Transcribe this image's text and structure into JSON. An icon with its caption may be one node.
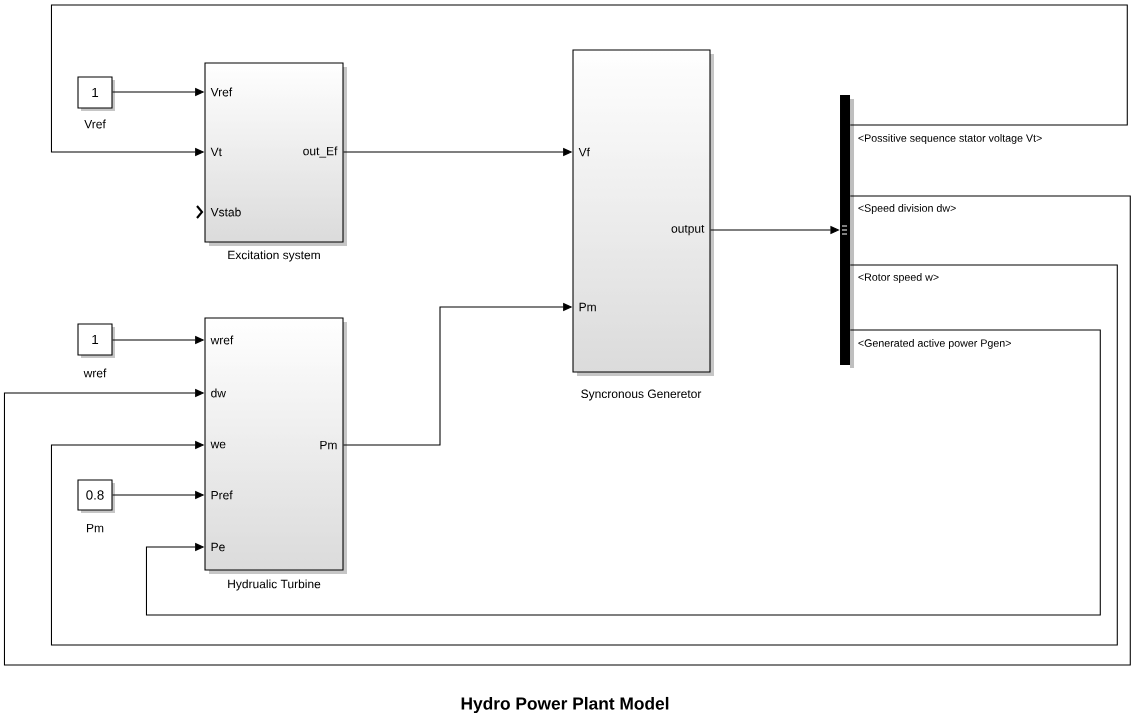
{
  "diagram": {
    "caption": "Hydro Power Plant Model",
    "nodes": [
      {
        "text": [
          "1"
        ],
        "beside": [
          "Vref"
        ]
      },
      {
        "text": [
          "Vref",
          "Vt",
          "Vstab",
          "out_Ef"
        ],
        "beside": [
          "Excitation system"
        ]
      },
      {
        "text": [
          "1"
        ],
        "beside": [
          "wref"
        ]
      },
      {
        "text": [
          "0.8"
        ],
        "beside": [
          "Pm"
        ]
      },
      {
        "text": [
          "wref",
          "dw",
          "we",
          "Pref",
          "Pe",
          "Pm"
        ],
        "beside": [
          "Hydrualic Turbine"
        ]
      },
      {
        "text": [
          "Vf",
          "Pm",
          "output"
        ],
        "beside": [
          "Syncronous Generetor"
        ]
      },
      {
        "text": [],
        "shape": "bar"
      }
    ],
    "edges": [
      {
        "from": 0,
        "to": 1,
        "arrow": "to"
      },
      {
        "from": 6,
        "to": 1,
        "arrow": "to",
        "label": "<Possitive sequence stator voltage Vt>"
      },
      {
        "from": 1,
        "to": 5,
        "arrow": "to"
      },
      {
        "from": 2,
        "to": 4,
        "arrow": "to"
      },
      {
        "from": 6,
        "to": 4,
        "arrow": "to",
        "label": "<Speed division dw>"
      },
      {
        "from": 6,
        "to": 4,
        "arrow": "to",
        "label": "<Rotor speed w>"
      },
      {
        "from": 3,
        "to": 4,
        "arrow": "to"
      },
      {
        "from": 6,
        "to": 4,
        "arrow": "to",
        "label": "<Generated active power Pgen>"
      },
      {
        "from": 4,
        "to": 5,
        "arrow": "to"
      },
      {
        "from": 5,
        "to": 6,
        "arrow": "to"
      }
    ]
  }
}
